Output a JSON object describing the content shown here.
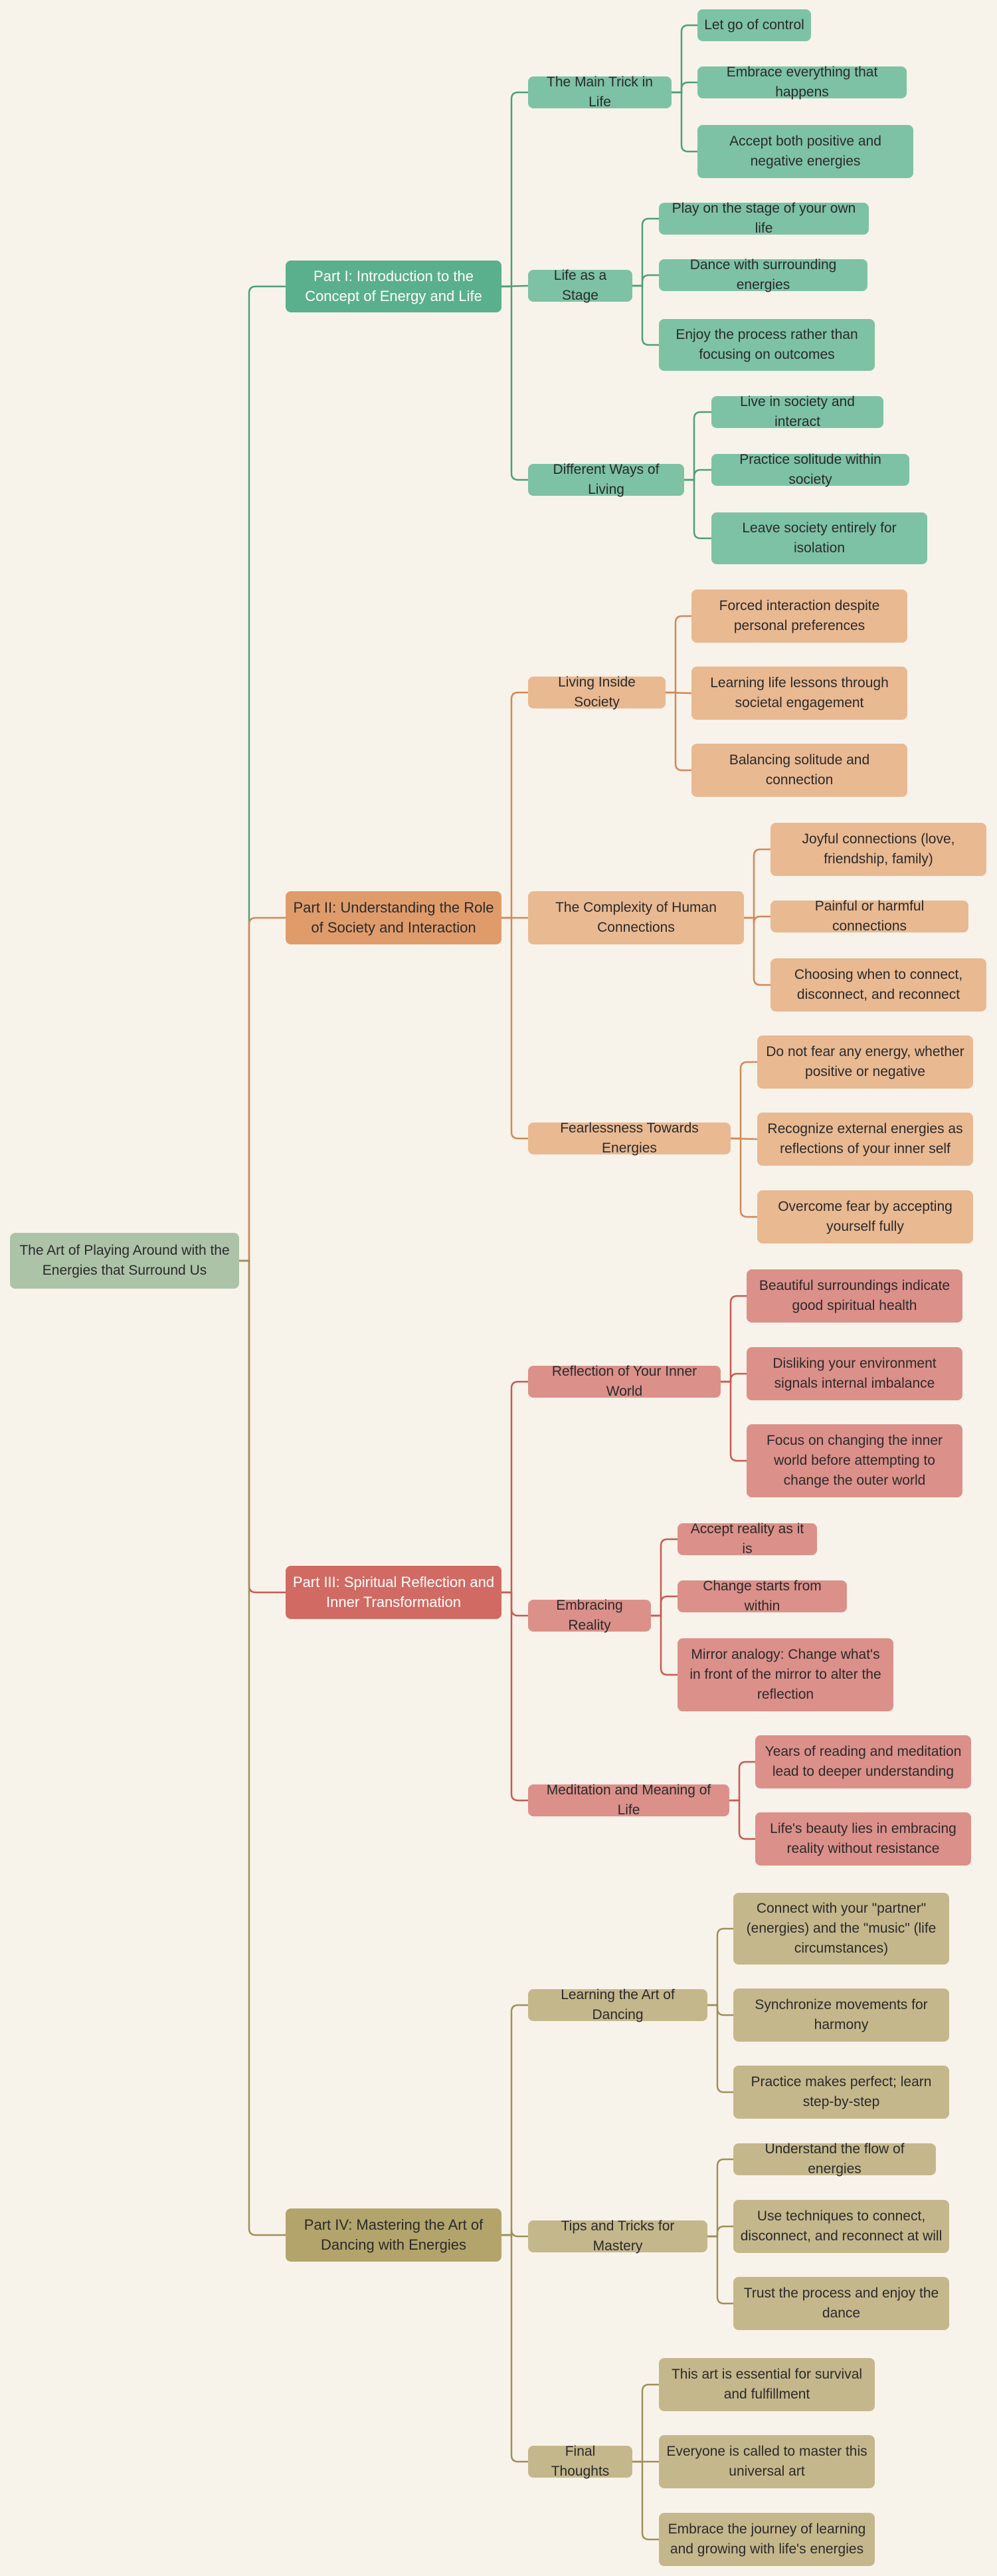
{
  "mindmap": {
    "root": "The Art of Playing Around with the Energies that Surround Us",
    "parts": [
      {
        "label": "Part I: Introduction to the Concept of Energy and Life",
        "color": "#5aaf8c",
        "light": "#7dc2a5",
        "line": "#4f9e7c",
        "topics": [
          {
            "label": "The Main Trick in Life",
            "items": [
              "Let go of control",
              "Embrace everything that happens",
              "Accept both positive and negative energies"
            ]
          },
          {
            "label": "Life as a Stage",
            "items": [
              "Play on the stage of your own life",
              "Dance with surrounding energies",
              "Enjoy the process rather than focusing on outcomes"
            ]
          },
          {
            "label": "Different Ways of Living",
            "items": [
              "Live in society and interact",
              "Practice solitude within society",
              "Leave society entirely for isolation"
            ]
          }
        ]
      },
      {
        "label": "Part II: Understanding the Role of Society and Interaction",
        "color": "#e09b6b",
        "light": "#e9b992",
        "line": "#d18858",
        "topics": [
          {
            "label": "Living Inside Society",
            "items": [
              "Forced interaction despite personal preferences",
              "Learning life lessons through societal engagement",
              "Balancing solitude and connection"
            ]
          },
          {
            "label": "The Complexity of Human Connections",
            "items": [
              "Joyful connections (love, friendship, family)",
              "Painful or harmful connections",
              "Choosing when to connect, disconnect, and reconnect"
            ]
          },
          {
            "label": "Fearlessness Towards Energies",
            "items": [
              "Do not fear any energy, whether positive or negative",
              "Recognize external energies as reflections of your inner self",
              "Overcome fear by accepting yourself fully"
            ]
          }
        ]
      },
      {
        "label": "Part III: Spiritual Reflection and Inner Transformation",
        "color": "#d06a62",
        "light": "#dc908a",
        "line": "#c65a52",
        "topics": [
          {
            "label": "Reflection of Your Inner World",
            "items": [
              "Beautiful surroundings indicate good spiritual health",
              "Disliking your environment signals internal imbalance",
              "Focus on changing the inner world before attempting to change the outer world"
            ]
          },
          {
            "label": "Embracing Reality",
            "items": [
              "Accept reality as it is",
              "Change starts from within",
              "Mirror analogy: Change what's in front of the mirror to alter the reflection"
            ]
          },
          {
            "label": "Meditation and Meaning of Life",
            "items": [
              "Years of reading and meditation lead to deeper understanding",
              "Life's beauty lies in embracing reality without resistance"
            ]
          }
        ]
      },
      {
        "label": "Part IV: Mastering the Art of Dancing with Energies",
        "color": "#b3a46c",
        "light": "#c5b78c",
        "line": "#9e9058",
        "topics": [
          {
            "label": "Learning the Art of Dancing",
            "items": [
              "Connect with your \"partner\" (energies) and the \"music\" (life circumstances)",
              "Synchronize movements for harmony",
              "Practice makes perfect; learn step-by-step"
            ]
          },
          {
            "label": "Tips and Tricks for Mastery",
            "items": [
              "Understand the flow of energies",
              "Use techniques to connect, disconnect, and reconnect at will",
              "Trust the process and enjoy the dance"
            ]
          },
          {
            "label": "Final Thoughts",
            "items": [
              "This art is essential for survival and fulfillment",
              "Everyone is called to master this universal art",
              "Embrace the journey of learning and growing with life's energies"
            ]
          }
        ]
      }
    ],
    "root_color": "#adc3a8"
  }
}
